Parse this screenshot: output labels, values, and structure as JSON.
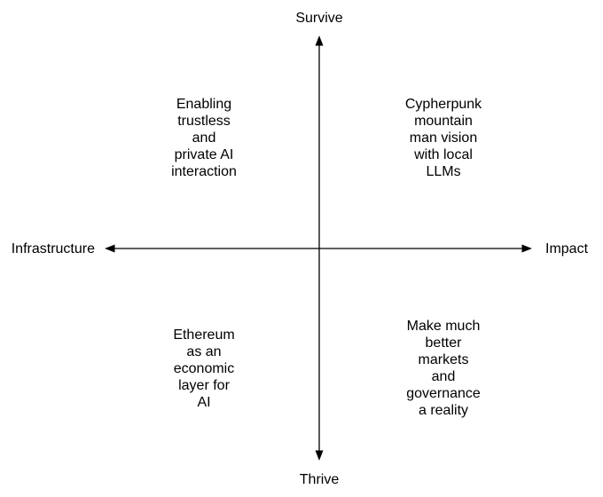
{
  "diagram": {
    "axes": {
      "vertical": {
        "top_label": "Survive",
        "bottom_label": "Thrive"
      },
      "horizontal": {
        "left_label": "Infrastructure",
        "right_label": "Impact"
      }
    },
    "quadrants": {
      "top_left": "Enabling\ntrustless\nand\nprivate AI\ninteraction",
      "top_right": "Cypherpunk\nmountain\nman vision\nwith local\nLLMs",
      "bottom_left": "Ethereum\nas an\neconomic\nlayer for\nAI",
      "bottom_right": "Make much\nbetter\nmarkets\nand\ngovernance\na reality"
    },
    "colors": {
      "line": "#000000",
      "text": "#000000",
      "background": "#ffffff"
    }
  }
}
